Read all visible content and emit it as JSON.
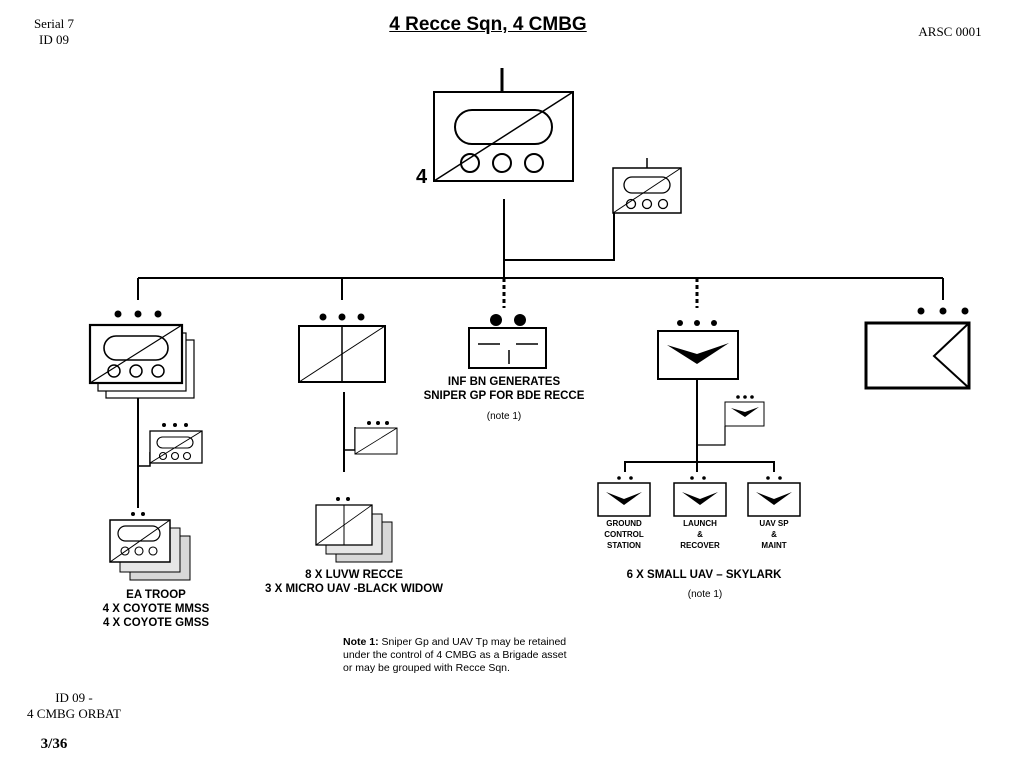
{
  "header": {
    "serial_line1": "Serial 7",
    "serial_line2": "ID 09",
    "title": "4 Recce Sqn, 4 CMBG",
    "ref": "ARSC 0001"
  },
  "hq": {
    "echelon_mark": "I",
    "designation": "4"
  },
  "branches": {
    "inf": {
      "line1": "INF BN GENERATES",
      "line2": "SNIPER GP FOR BDE RECCE",
      "note": "(note 1)"
    },
    "ea": {
      "line1": "EA TROOP",
      "line2": "4 X COYOTE MMSS",
      "line3": "4 X COYOTE GMSS"
    },
    "luvw": {
      "line1": "8 X LUVW RECCE",
      "line2": "3 X MICRO UAV -BLACK WIDOW"
    },
    "uav": {
      "line1": "6 X SMALL UAV – SKYLARK",
      "note": "(note 1)",
      "sub1": [
        "GROUND",
        "CONTROL",
        "STATION"
      ],
      "sub2": [
        "LAUNCH",
        "&",
        "RECOVER"
      ],
      "sub3": [
        "UAV SP",
        "&",
        "MAINT"
      ]
    }
  },
  "note": {
    "prefix": "Note 1:",
    "text": " Sniper Gp and UAV Tp may be retained under the control of 4 CMBG as a Brigade asset or may be grouped with Recce Sqn."
  },
  "footer": {
    "line1": "ID 09 -",
    "line2": "4 CMBG ORBAT",
    "page": "3/36"
  }
}
